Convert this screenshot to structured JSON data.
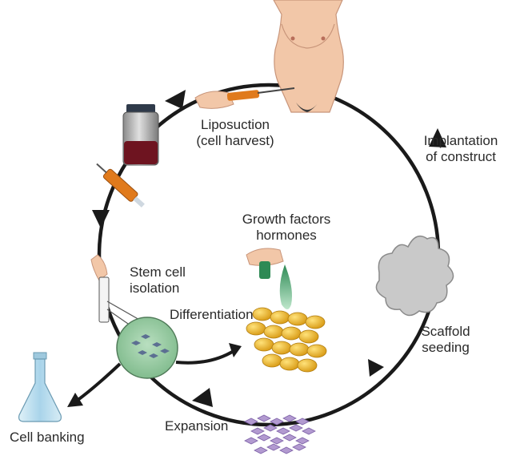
{
  "labels": {
    "liposuction_line1": "Liposuction",
    "liposuction_line2": "(cell harvest)",
    "implantation_line1": "Implantation",
    "implantation_line2": "of construct",
    "growth_line1": "Growth factors",
    "growth_line2": "hormones",
    "stem_line1": "Stem cell",
    "stem_line2": "isolation",
    "differentiation": "Differentiation",
    "scaffold_line1": "Scaffold",
    "scaffold_line2": "seeding",
    "expansion": "Expansion",
    "cell_banking": "Cell banking"
  },
  "colors": {
    "cycle_line": "#1a1a1a",
    "skin": "#f2c7a8",
    "blood": "#6e1420",
    "syringe": "#e07a1c",
    "dish": "#8fc79a",
    "fat_cell": "#e9b52a",
    "expansion_cell": "#b29ad0",
    "scaffold": "#c9c9c9",
    "flask": "#bcdff0",
    "growth_drop": "#7cc49a"
  }
}
